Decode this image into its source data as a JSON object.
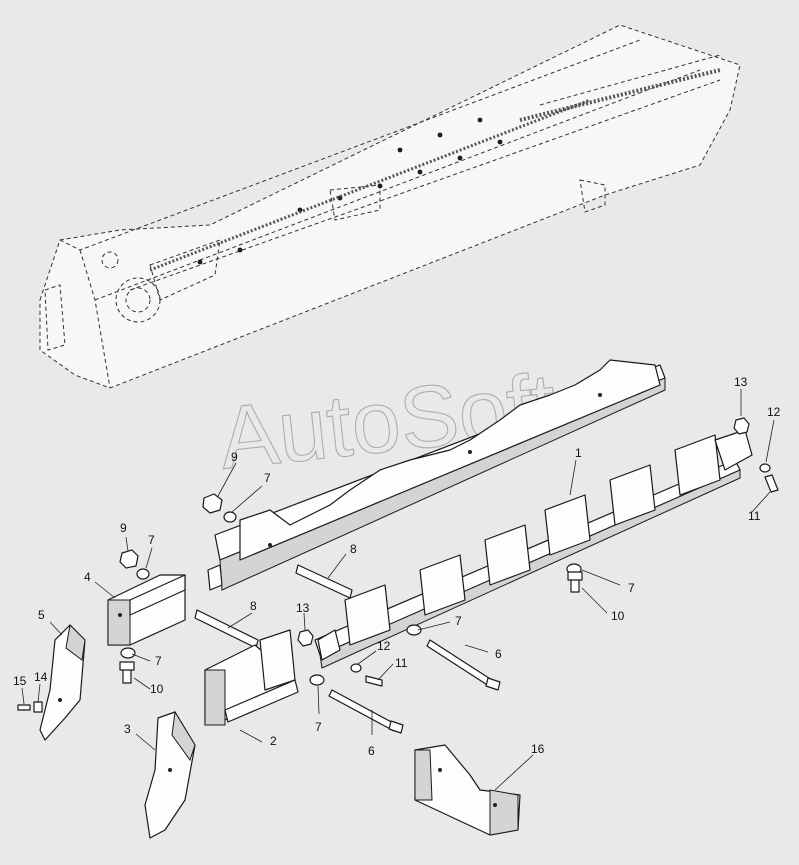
{
  "watermark": "AutoSoft",
  "callouts": [
    {
      "id": "c1",
      "label": "1"
    },
    {
      "id": "c2",
      "label": "2"
    },
    {
      "id": "c3",
      "label": "3"
    },
    {
      "id": "c4",
      "label": "4"
    },
    {
      "id": "c5",
      "label": "5"
    },
    {
      "id": "c6a",
      "label": "6"
    },
    {
      "id": "c6b",
      "label": "6"
    },
    {
      "id": "c7a",
      "label": "7"
    },
    {
      "id": "c7b",
      "label": "7"
    },
    {
      "id": "c7c",
      "label": "7"
    },
    {
      "id": "c7d",
      "label": "7"
    },
    {
      "id": "c7e",
      "label": "7"
    },
    {
      "id": "c7f",
      "label": "7"
    },
    {
      "id": "c8a",
      "label": "8"
    },
    {
      "id": "c8b",
      "label": "8"
    },
    {
      "id": "c9a",
      "label": "9"
    },
    {
      "id": "c9b",
      "label": "9"
    },
    {
      "id": "c10a",
      "label": "10"
    },
    {
      "id": "c10b",
      "label": "10"
    },
    {
      "id": "c11a",
      "label": "11"
    },
    {
      "id": "c11b",
      "label": "11"
    },
    {
      "id": "c12a",
      "label": "12"
    },
    {
      "id": "c12b",
      "label": "12"
    },
    {
      "id": "c13a",
      "label": "13"
    },
    {
      "id": "c13b",
      "label": "13"
    },
    {
      "id": "c14",
      "label": "14"
    },
    {
      "id": "c15",
      "label": "15"
    },
    {
      "id": "c16",
      "label": "16"
    }
  ]
}
